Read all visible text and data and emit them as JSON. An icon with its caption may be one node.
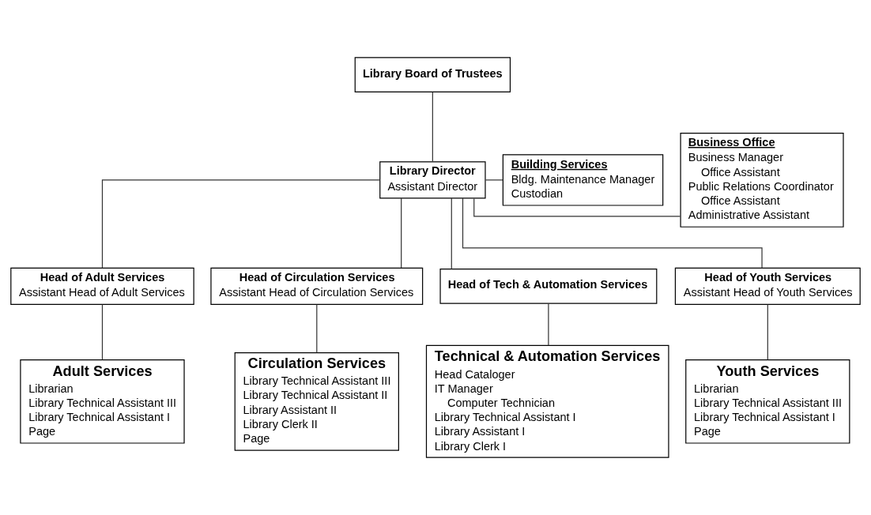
{
  "diagram": {
    "nodes": [
      {
        "text": [
          "Library Board of Trustees"
        ]
      },
      {
        "text": [
          "Library Director",
          "Assistant Director"
        ]
      },
      {
        "text": [
          "Business Office",
          "Business Manager",
          "Office Assistant",
          "Public Relations Coordinator",
          "Office Assistant",
          "Administrative Assistant"
        ]
      },
      {
        "text": [
          "Building Services",
          "Bldg. Maintenance Manager",
          "Custodian"
        ]
      },
      {
        "text": [
          "Head of Adult Services",
          "Assistant Head of Adult Services"
        ]
      },
      {
        "text": [
          "Head of Circulation Services",
          "Assistant Head of Circulation Services"
        ]
      },
      {
        "text": [
          "Head of Tech & Automation Services"
        ]
      },
      {
        "text": [
          "Head of Youth Services",
          "Assistant Head of Youth Services"
        ]
      },
      {
        "text": [
          "Adult Services",
          "Librarian",
          "Library Technical Assistant III",
          "Library Technical Assistant I",
          "Page"
        ]
      },
      {
        "text": [
          "Circulation Services",
          "Library Technical Assistant III",
          "Library Technical Assistant II",
          "Library Assistant II",
          "Library Clerk II",
          "Page"
        ]
      },
      {
        "text": [
          "Technical & Automation Services",
          "Head Cataloger",
          "IT Manager",
          "Computer Technician",
          "Library Technical Assistant I",
          "Library Assistant I",
          "Library Clerk I"
        ]
      },
      {
        "text": [
          "Youth Services",
          "Librarian",
          "Library Technical Assistant III",
          "Library Technical Assistant I",
          "Page"
        ]
      }
    ],
    "edges": [
      {
        "from": 0,
        "to": 1,
        "arrow": "none"
      },
      {
        "from": 1,
        "to": 2,
        "arrow": "none"
      },
      {
        "from": 1,
        "to": 3,
        "arrow": "none"
      },
      {
        "from": 1,
        "to": 4,
        "arrow": "none"
      },
      {
        "from": 1,
        "to": 5,
        "arrow": "none"
      },
      {
        "from": 1,
        "to": 6,
        "arrow": "none"
      },
      {
        "from": 1,
        "to": 7,
        "arrow": "none"
      },
      {
        "from": 4,
        "to": 8,
        "arrow": "none"
      },
      {
        "from": 5,
        "to": 9,
        "arrow": "none"
      },
      {
        "from": 6,
        "to": 10,
        "arrow": "none"
      },
      {
        "from": 7,
        "to": 11,
        "arrow": "none"
      }
    ]
  }
}
